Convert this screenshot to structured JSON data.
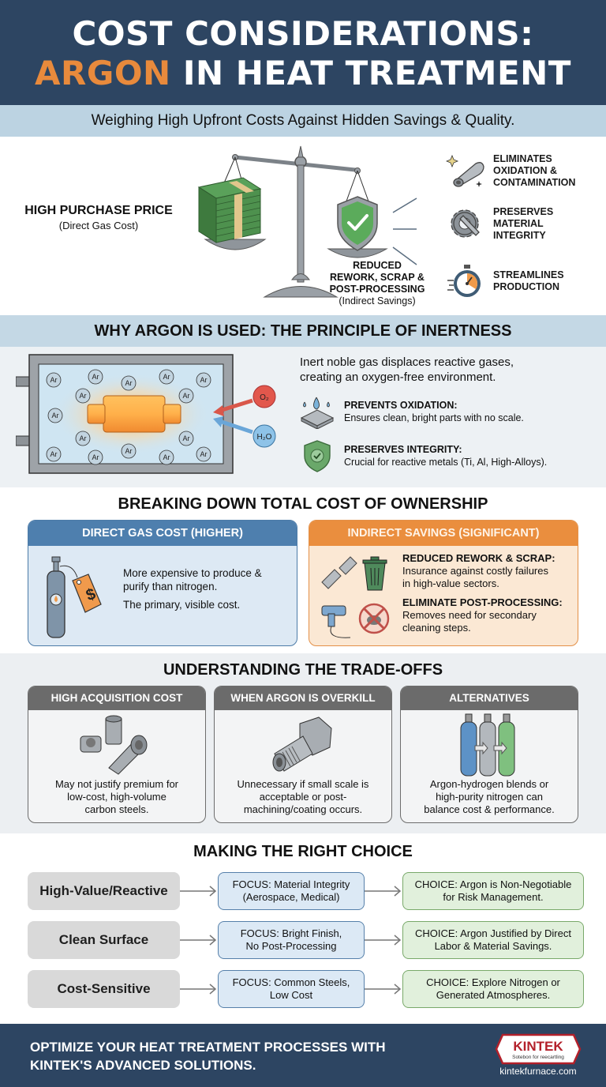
{
  "header": {
    "title_line1": "COST CONSIDERATIONS:",
    "title_accent": "ARGON",
    "title_line2_rest": " IN HEAT TREATMENT",
    "subtitle": "Weighing High Upfront Costs Against Hidden Savings & Quality."
  },
  "scale": {
    "left_title": "HIGH PURCHASE PRICE",
    "left_sub": "(Direct Gas Cost)",
    "right_title_lines": [
      "REDUCED",
      "REWORK, SCRAP &",
      "POST-PROCESSING"
    ],
    "right_sub": "(Indirect Savings)",
    "benefits": [
      {
        "icon": "pipe-sparkle-icon",
        "lines": [
          "ELIMINATES",
          "OXIDATION &",
          "CONTAMINATION"
        ]
      },
      {
        "icon": "gear-wrench-icon",
        "lines": [
          "PRESERVES",
          "MATERIAL",
          "INTEGRITY"
        ]
      },
      {
        "icon": "stopwatch-icon",
        "lines": [
          "STREAMLINES",
          "PRODUCTION"
        ]
      }
    ]
  },
  "inertness": {
    "title": "WHY ARGON IS USED: THE PRINCIPLE OF INERTNESS",
    "lead_lines": [
      "Inert noble gas displaces reactive gases,",
      "creating an oxygen-free environment."
    ],
    "atom_label": "Ar",
    "reactive": [
      "O₂",
      "H₂O"
    ],
    "features": [
      {
        "icon": "water-drop-surface-icon",
        "title": "PREVENTS OXIDATION:",
        "text": "Ensures clean, bright parts with no scale."
      },
      {
        "icon": "shield-check-icon",
        "title": "PRESERVES INTEGRITY:",
        "text": "Crucial for reactive metals (Ti, Al, High-Alloys)."
      }
    ]
  },
  "tco": {
    "title": "BREAKING DOWN TOTAL COST OF OWNERSHIP",
    "direct": {
      "header": "DIRECT GAS COST (HIGHER)",
      "text1_lines": [
        "More expensive to produce &",
        "purify than nitrogen."
      ],
      "text2": "The primary, visible cost.",
      "tag_symbol": "$"
    },
    "indirect": {
      "header": "INDIRECT SAVINGS (SIGNIFICANT)",
      "items": [
        {
          "title": "REDUCED REWORK & SCRAP:",
          "lines": [
            "Insurance against costly failures",
            "in high-value sectors."
          ]
        },
        {
          "title": "ELIMINATE POST-PROCESSING:",
          "lines": [
            "Removes need for secondary",
            "cleaning steps."
          ]
        }
      ]
    }
  },
  "tradeoffs": {
    "title": "UNDERSTANDING THE TRADE-OFFS",
    "cards": [
      {
        "header": "HIGH ACQUISITION COST",
        "icon": "metal-parts-icon",
        "lines": [
          "May not justify premium for",
          "low-cost, high-volume",
          "carbon steels."
        ]
      },
      {
        "header": "WHEN ARGON IS OVERKILL",
        "icon": "threaded-fitting-icon",
        "lines": [
          "Unnecessary if small scale is",
          "acceptable or post-",
          "machining/coating occurs."
        ]
      },
      {
        "header": "ALTERNATIVES",
        "icon": "gas-cylinders-icon",
        "lines": [
          "Argon-hydrogen blends or",
          "high-purity nitrogen can",
          "balance cost & performance."
        ]
      }
    ]
  },
  "choice": {
    "title": "MAKING THE RIGHT CHOICE",
    "rows": [
      {
        "scenario": "High-Value/Reactive",
        "focus": [
          "FOCUS: Material Integrity",
          "(Aerospace, Medical)"
        ],
        "choice": [
          "CHOICE: Argon is Non-Negotiable",
          "for Risk Management."
        ]
      },
      {
        "scenario": "Clean Surface",
        "focus": [
          "FOCUS: Bright Finish,",
          "No Post-Processing"
        ],
        "choice": [
          "CHOICE: Argon Justified by Direct",
          "Labor & Material Savings."
        ]
      },
      {
        "scenario": "Cost-Sensitive",
        "focus": [
          "FOCUS: Common Steels,",
          "Low Cost"
        ],
        "choice": [
          "CHOICE: Explore Nitrogen or",
          "Generated Atmospheres."
        ]
      }
    ]
  },
  "footer": {
    "cta_lines": [
      "OPTIMIZE YOUR HEAT TREATMENT PROCESSES WITH",
      "KINTEK'S ADVANCED SOLUTIONS."
    ],
    "logo_name": "KINTEK",
    "logo_tagline": "Sotebon for reecartling",
    "url": "kintekfurnace.com"
  },
  "colors": {
    "navy": "#2d4562",
    "accent_orange": "#e88a3c",
    "band_blue": "#c4d8e5",
    "card_blue": "#4e7fae",
    "card_orange": "#ea8e3e",
    "gray_header": "#6b6b6b",
    "choice_green": "#e1f0dc",
    "logo_red": "#b3202a"
  }
}
